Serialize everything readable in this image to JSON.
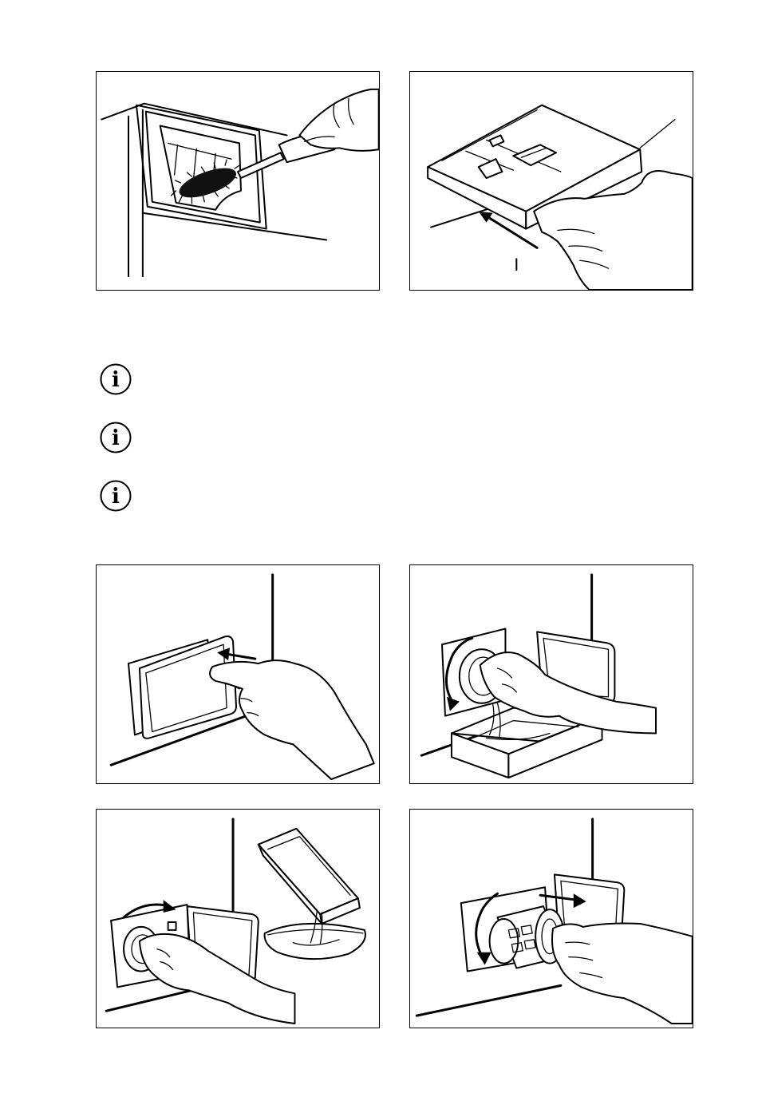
{
  "illustrations": [
    {
      "id": "fig1",
      "icon": "dispenser-brush-cleaning"
    },
    {
      "id": "fig2",
      "icon": "dispenser-drawer-insert"
    },
    {
      "id": "fig3",
      "icon": "filter-flap-open"
    },
    {
      "id": "fig4",
      "icon": "filter-turn-drain-water"
    },
    {
      "id": "fig5",
      "icon": "empty-water-container"
    },
    {
      "id": "fig6",
      "icon": "filter-pull-out"
    }
  ],
  "info_icons": [
    {
      "icon": "info-icon",
      "glyph": "i"
    },
    {
      "icon": "info-icon",
      "glyph": "i"
    },
    {
      "icon": "info-icon",
      "glyph": "i"
    }
  ]
}
